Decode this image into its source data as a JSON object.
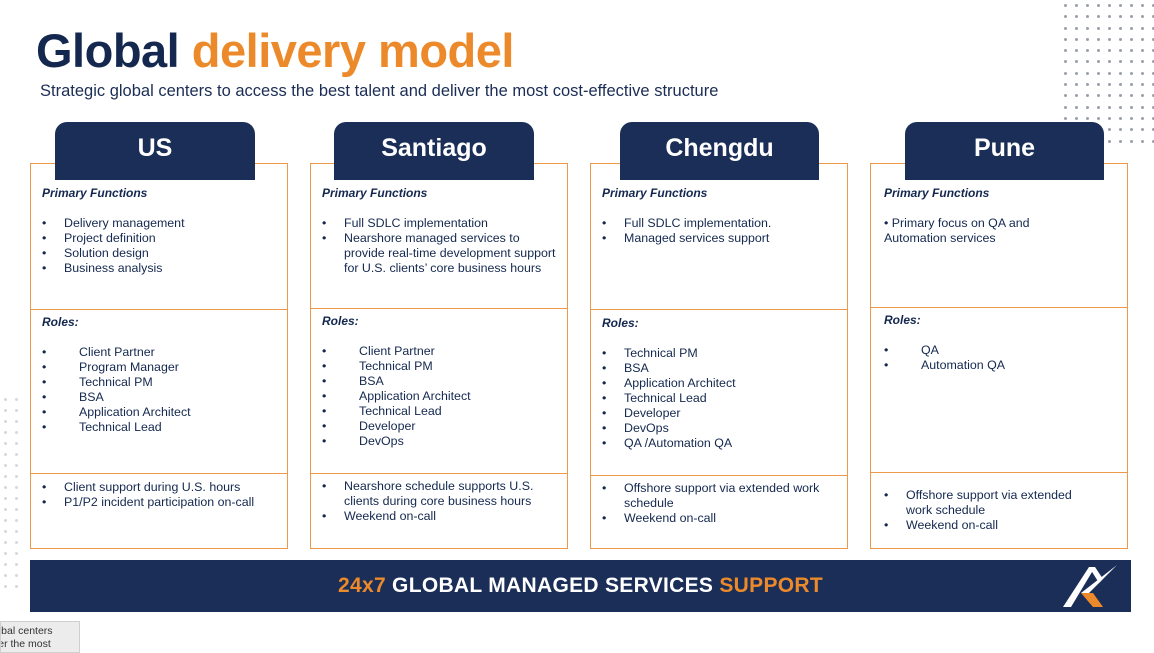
{
  "title": {
    "part1": "Global",
    "part2": "delivery model"
  },
  "subtitle": "Strategic global centers to access the best talent and deliver the most cost-effective structure",
  "colors": {
    "navy": "#1a2e57",
    "orange": "#ec8a2b",
    "border": "#ec9a4a"
  },
  "centers": [
    {
      "name": "US",
      "functions_label": "Primary Functions",
      "functions": [
        "Delivery management",
        "Project definition",
        "Solution design",
        "Business analysis"
      ],
      "roles_label": "Roles:",
      "roles": [
        "Client Partner",
        "Program Manager",
        "Technical PM",
        "BSA",
        "Application Architect",
        "Technical Lead"
      ],
      "support": [
        "Client support during U.S. hours",
        "P1/P2 incident participation on-call"
      ]
    },
    {
      "name": "Santiago",
      "functions_label": "Primary Functions",
      "functions": [
        "Full SDLC implementation",
        "Nearshore managed services to provide real-time development support for U.S. clients’ core business hours"
      ],
      "roles_label": "Roles:",
      "roles": [
        "Client Partner",
        "Technical PM",
        "BSA",
        "Application Architect",
        "Technical Lead",
        "Developer",
        "DevOps"
      ],
      "support": [
        "Nearshore schedule supports U.S. clients during core business hours",
        "Weekend on-call"
      ]
    },
    {
      "name": "Chengdu",
      "functions_label": "Primary Functions",
      "functions": [
        "Full SDLC implementation.",
        "Managed services support"
      ],
      "roles_label": "Roles:",
      "roles": [
        "Technical PM",
        " BSA",
        "Application Architect",
        "Technical Lead",
        " Developer",
        " DevOps",
        " QA /Automation QA"
      ],
      "support": [
        "Offshore support via extended work schedule",
        "Weekend on-call"
      ]
    },
    {
      "name": "Pune",
      "functions_label": "Primary Functions",
      "functions_text": "•   Primary focus on QA and Automation services",
      "roles_label": "Roles:",
      "roles": [
        "QA",
        "Automation QA"
      ],
      "support": [
        "Offshore support via extended work schedule",
        "Weekend on-call"
      ]
    }
  ],
  "banner": {
    "part1": "24x7",
    "part2": " GLOBAL MANAGED SERVICES ",
    "part3": "SUPPORT"
  },
  "tooltip": {
    "line1": "lobal centers",
    "line2": "ver the most"
  }
}
